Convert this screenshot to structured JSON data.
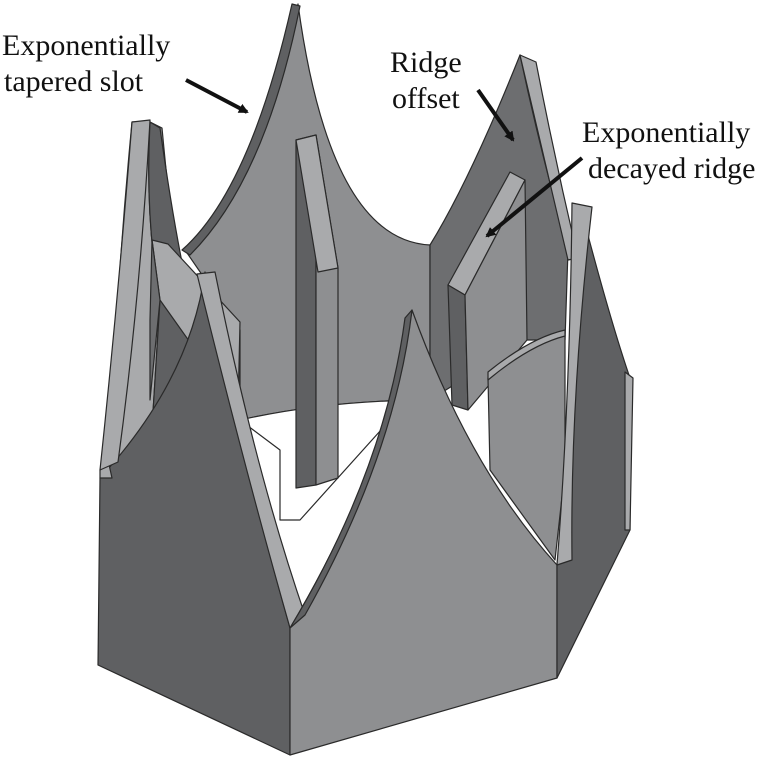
{
  "annotations": {
    "tapered_slot": {
      "line1": "Exponentially",
      "line2": "tapered slot"
    },
    "ridge_offset": {
      "line1": "Ridge",
      "line2": "offset"
    },
    "decayed_ridge": {
      "line1": "Exponentially",
      "line2": "decayed ridge"
    }
  },
  "colors": {
    "background": "#ffffff",
    "dark_face": "#5f6062",
    "mid_face": "#8e8f91",
    "light_face": "#a9aaac",
    "edge": "#2a2a2a",
    "arrow": "#111111"
  }
}
